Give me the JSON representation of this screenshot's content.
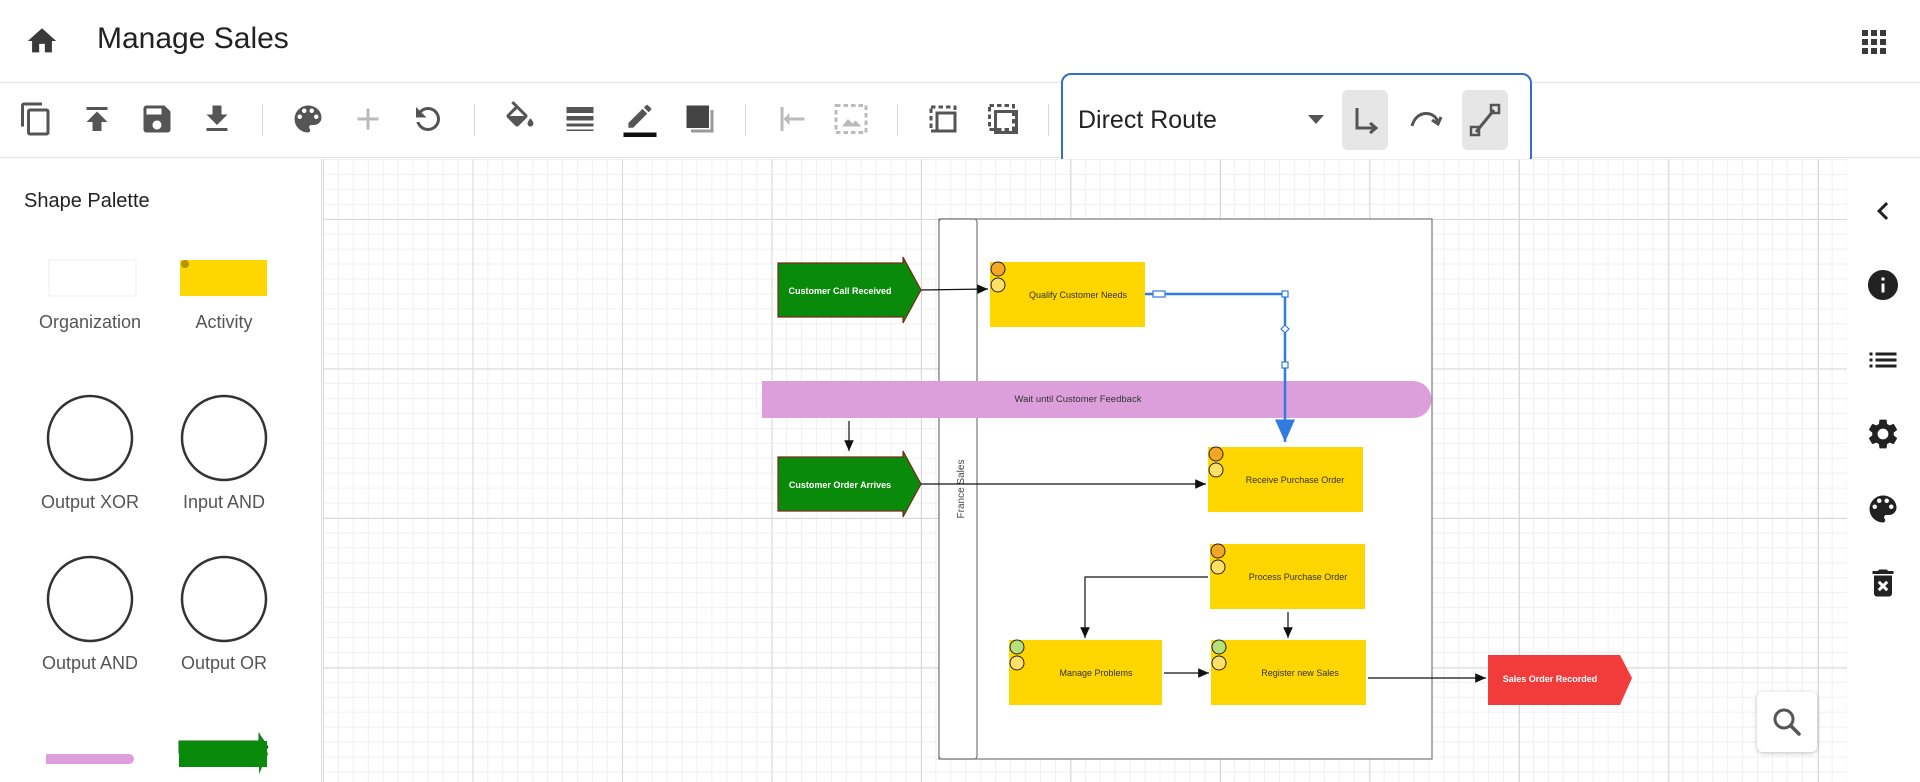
{
  "header": {
    "title": "Manage Sales",
    "home_icon": "home-icon",
    "apps_icon": "apps-grid-icon"
  },
  "toolbar": {
    "buttons": [
      "copy-icon",
      "upload-icon",
      "save-icon",
      "download-icon",
      "palette-icon",
      "add-icon",
      "undo-icon",
      "fill-icon",
      "line-style-icon",
      "pen-color-icon",
      "shadow-icon",
      "align-left-icon",
      "image-icon",
      "select-area-icon",
      "group-icon"
    ],
    "route": {
      "selected": "Direct Route",
      "buttons": [
        "elbow-route-icon",
        "curved-route-icon",
        "direct-route-icon"
      ]
    }
  },
  "palette": {
    "title": "Shape Palette",
    "items": [
      {
        "label": "Organization"
      },
      {
        "label": "Activity"
      },
      {
        "label": "Output XOR"
      },
      {
        "label": "Input AND"
      },
      {
        "label": "Output AND"
      },
      {
        "label": "Output OR"
      },
      {
        "label": ""
      },
      {
        "label": ""
      }
    ]
  },
  "diagram": {
    "lane_label": "France Sales",
    "events": {
      "call": "Customer Call Received",
      "order": "Customer Order Arrives",
      "recorded": "Sales Order Recorded"
    },
    "activities": {
      "qualify": "Qualify Customer Needs",
      "receive": "Receive Purchase Order",
      "process": "Process Purchase Order",
      "problems": "Manage Problems",
      "register": "Register new Sales"
    },
    "wait": "Wait until Customer Feedback"
  },
  "right_rail": [
    "collapse-icon",
    "info-icon",
    "list-icon",
    "settings-icon",
    "palette-icon",
    "delete-icon"
  ],
  "colors": {
    "green": "#0a8a0a",
    "yellow": "#ffd600",
    "red": "#f23c3c",
    "pink": "#dd9fdc",
    "selection": "#2f7be0",
    "route_border": "#2f6fc6"
  }
}
